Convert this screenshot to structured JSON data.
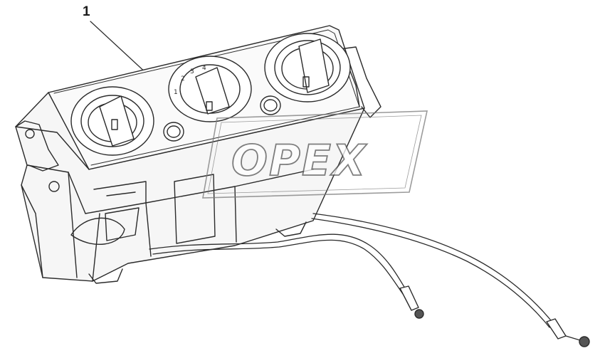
{
  "diagram": {
    "callout_label": "1",
    "watermark": "OPEX",
    "dial_marks": [
      "1",
      "2",
      "3",
      "4"
    ]
  }
}
